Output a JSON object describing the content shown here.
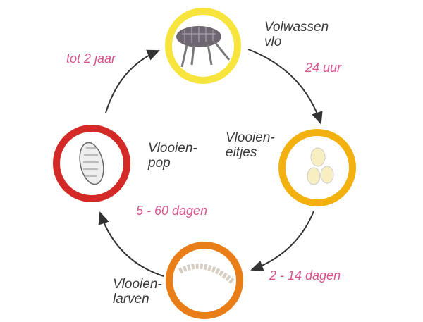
{
  "stages": [
    {
      "label": "Volwassen\nvlo",
      "ring_color": "#f7e43c",
      "icon": "adult-flea"
    },
    {
      "label": "Vlooien-\neitjes",
      "ring_color": "#f2b10e",
      "icon": "flea-eggs"
    },
    {
      "label": "Vlooien-\nlarven",
      "ring_color": "#e97d17",
      "icon": "flea-larva"
    },
    {
      "label": "Vlooien-\npop",
      "ring_color": "#d42a27",
      "icon": "flea-pupa"
    }
  ],
  "durations": [
    "24 uur",
    "2 - 14 dagen",
    "5 - 60 dagen",
    "tot 2 jaar"
  ],
  "colors": {
    "duration_text": "#d8548f",
    "label_text": "#3a3a3a",
    "arrow": "#333333"
  }
}
